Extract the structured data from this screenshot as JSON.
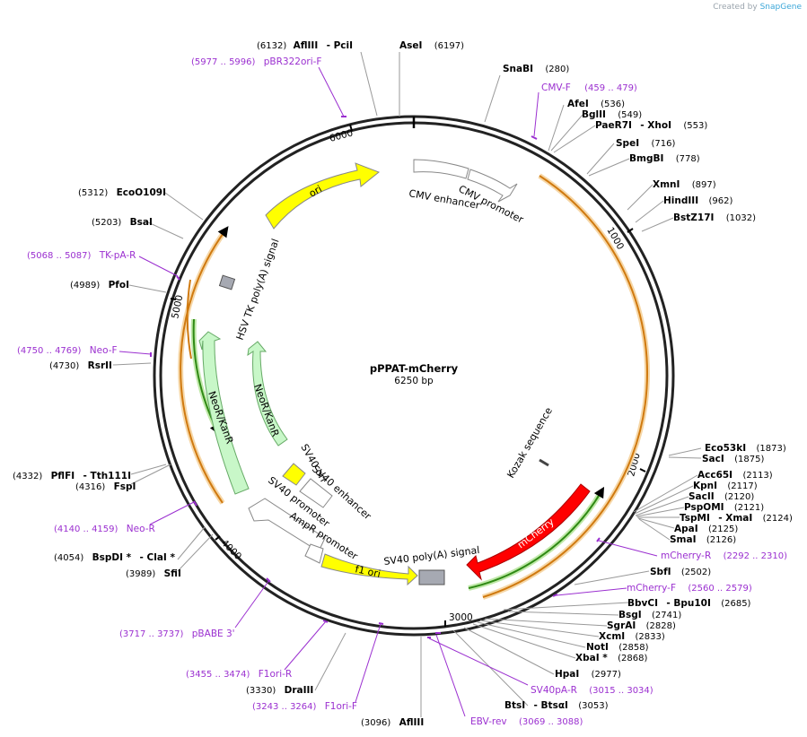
{
  "credit": {
    "created_by": "Created by",
    "brand": "SnapGene"
  },
  "plasmid": {
    "name": "pPPAT-mCherry",
    "size": "6250 bp",
    "length": 6250
  },
  "ticks": [
    "1000",
    "2000",
    "3000",
    "4000",
    "5000",
    "6000"
  ],
  "features": {
    "ori": "ori",
    "cmv_enhancer": "CMV enhancer",
    "cmv_promoter": "CMV promoter",
    "hsv_tk": "HSV TK poly(A) signal",
    "neor_outer": "NeoR/KanR",
    "neor_inner": "NeoR/KanR",
    "sv40_ori": "SV40 ori",
    "sv40_enhancer": "SV40 enhancer",
    "sv40_promoter": "SV40 promoter",
    "ampr_promoter": "AmpR promoter",
    "f1_ori": "f1 ori",
    "sv40_polya": "SV40 poly(A) signal",
    "mcherry": "mCherry",
    "kozak": "Kozak sequence"
  },
  "enzymes": {
    "pcil": {
      "pos": "(6132)",
      "name": "AflIII",
      "name2": "- PciI"
    },
    "asel": {
      "name": "AseI",
      "pos": "(6197)"
    },
    "snabi": {
      "name": "SnaBI",
      "pos": "(280)"
    },
    "afel": {
      "name": "AfeI",
      "pos": "(536)"
    },
    "bglii": {
      "name": "BglII",
      "pos": "(549)"
    },
    "paer7i": {
      "name": "PaeR7I",
      "name2": "- XhoI",
      "pos": "(553)"
    },
    "spei": {
      "name": "SpeI",
      "pos": "(716)"
    },
    "bmgbi": {
      "name": "BmgBI",
      "pos": "(778)"
    },
    "xmni": {
      "name": "XmnI",
      "pos": "(897)"
    },
    "hindiii": {
      "name": "HindIII",
      "pos": "(962)"
    },
    "bstz17i": {
      "name": "BstZ17I",
      "pos": "(1032)"
    },
    "eco53ki": {
      "name": "Eco53kI",
      "pos": "(1873)"
    },
    "saci": {
      "name": "SacI",
      "pos": "(1875)"
    },
    "acc65i": {
      "name": "Acc65I",
      "pos": "(2113)"
    },
    "kpni": {
      "name": "KpnI",
      "pos": "(2117)"
    },
    "sacii": {
      "name": "SacII",
      "pos": "(2120)"
    },
    "pspomi": {
      "name": "PspOMI",
      "pos": "(2121)"
    },
    "tspmi": {
      "name": "TspMI",
      "name2": "- XmaI",
      "pos": "(2124)"
    },
    "apai": {
      "name": "ApaI",
      "pos": "(2125)"
    },
    "smai": {
      "name": "SmaI",
      "pos": "(2126)"
    },
    "sbfi": {
      "name": "SbfI",
      "pos": "(2502)"
    },
    "bbvci": {
      "name": "BbvCI",
      "name2": "- Bpu10I",
      "pos": "(2685)"
    },
    "bsgi": {
      "name": "BsgI",
      "pos": "(2741)"
    },
    "sgrai": {
      "name": "SgrAI",
      "pos": "(2828)"
    },
    "xcmi": {
      "name": "XcmI",
      "pos": "(2833)"
    },
    "noti": {
      "name": "NotI",
      "pos": "(2858)"
    },
    "xbai": {
      "name": "XbaI *",
      "pos": "(2868)"
    },
    "hpai": {
      "name": "HpaI",
      "pos": "(2977)"
    },
    "btsi": {
      "name": "BtsI",
      "name2": "- BtsαI",
      "pos": "(3053)"
    },
    "afliii": {
      "pos": "(3096)",
      "name": "AflIII"
    },
    "draiii": {
      "pos": "(3330)",
      "name": "DraIII"
    },
    "sfii": {
      "pos": "(3989)",
      "name": "SfiI"
    },
    "bspdi": {
      "pos": "(4054)",
      "name": "BspDI *",
      "name2": "- ClaI *"
    },
    "fspi": {
      "pos": "(4316)",
      "name": "FspI"
    },
    "pflfi": {
      "pos": "(4332)",
      "name": "PflFI",
      "name2": "- Tth111I"
    },
    "rsrii": {
      "pos": "(4730)",
      "name": "RsrII"
    },
    "pfoi": {
      "pos": "(4989)",
      "name": "PfoI"
    },
    "bsai": {
      "pos": "(5203)",
      "name": "BsaI"
    },
    "eco0109i": {
      "pos": "(5312)",
      "name": "EcoO109I"
    }
  },
  "primers": {
    "pbr322": {
      "range": "(5977 .. 5996)",
      "name": "pBR322ori-F"
    },
    "cmvf": {
      "name": "CMV-F",
      "range": "(459 .. 479)"
    },
    "tkpa": {
      "range": "(5068 .. 5087)",
      "name": "TK-pA-R"
    },
    "neof": {
      "range": "(4750 .. 4769)",
      "name": "Neo-F"
    },
    "neor": {
      "range": "(4140 .. 4159)",
      "name": "Neo-R"
    },
    "pbabe": {
      "range": "(3717 .. 3737)",
      "name": "pBABE 3'"
    },
    "f1orir": {
      "range": "(3455 .. 3474)",
      "name": "F1ori-R"
    },
    "f1orif": {
      "range": "(3243 .. 3264)",
      "name": "F1ori-F"
    },
    "ebv": {
      "name": "EBV-rev",
      "range": "(3069 .. 3088)"
    },
    "sv40pa": {
      "name": "SV40pA-R",
      "range": "(3015 .. 3034)"
    },
    "mcherryf": {
      "name": "mCherry-F",
      "range": "(2560 .. 2579)"
    },
    "mcherryr": {
      "name": "mCherry-R",
      "range": "(2292 .. 2310)"
    }
  },
  "colors": {
    "ori": "#ffff00",
    "neor": "#c8f7c8",
    "mcherry": "#ff0000",
    "polya": "#a6a9b2",
    "promoter": "#ffffff",
    "primer": "#9b30d0",
    "orf_orange": "#f0a030",
    "orf_green": "#3c9a1e"
  }
}
